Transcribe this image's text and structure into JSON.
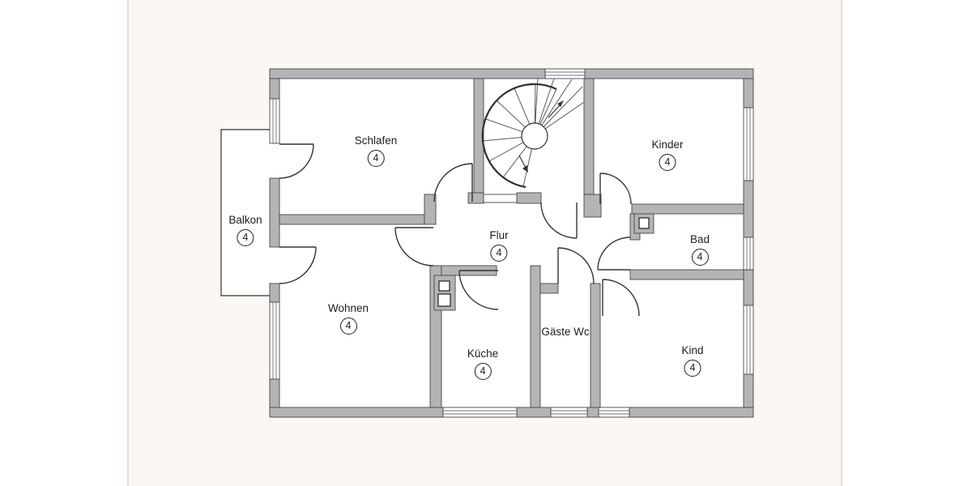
{
  "figure": {
    "type": "floor-plan",
    "description": "Apartment floor plan with spiral staircase, balcony and room labels"
  },
  "rooms": [
    {
      "id": "schlafen",
      "name": "Schlafen",
      "badge": "4"
    },
    {
      "id": "kinder",
      "name": "Kinder",
      "badge": "4"
    },
    {
      "id": "balkon",
      "name": "Balkon",
      "badge": "4"
    },
    {
      "id": "flur",
      "name": "Flur",
      "badge": "4"
    },
    {
      "id": "bad",
      "name": "Bad",
      "badge": "4"
    },
    {
      "id": "wohnen",
      "name": "Wohnen",
      "badge": "4"
    },
    {
      "id": "kueche",
      "name": "Küche",
      "badge": "4"
    },
    {
      "id": "gaeste_wc",
      "name": "Gäste Wc",
      "badge": ""
    },
    {
      "id": "kind",
      "name": "Kind",
      "badge": "4"
    }
  ],
  "colors": {
    "wall_fill": "#b4b4b4",
    "wall_stroke": "#474747",
    "line": "#333333",
    "text": "#1e1e1e",
    "band_bg": "#fbf7f3",
    "band_border": "#e9ddcf",
    "page_bg": "#ffffff"
  }
}
